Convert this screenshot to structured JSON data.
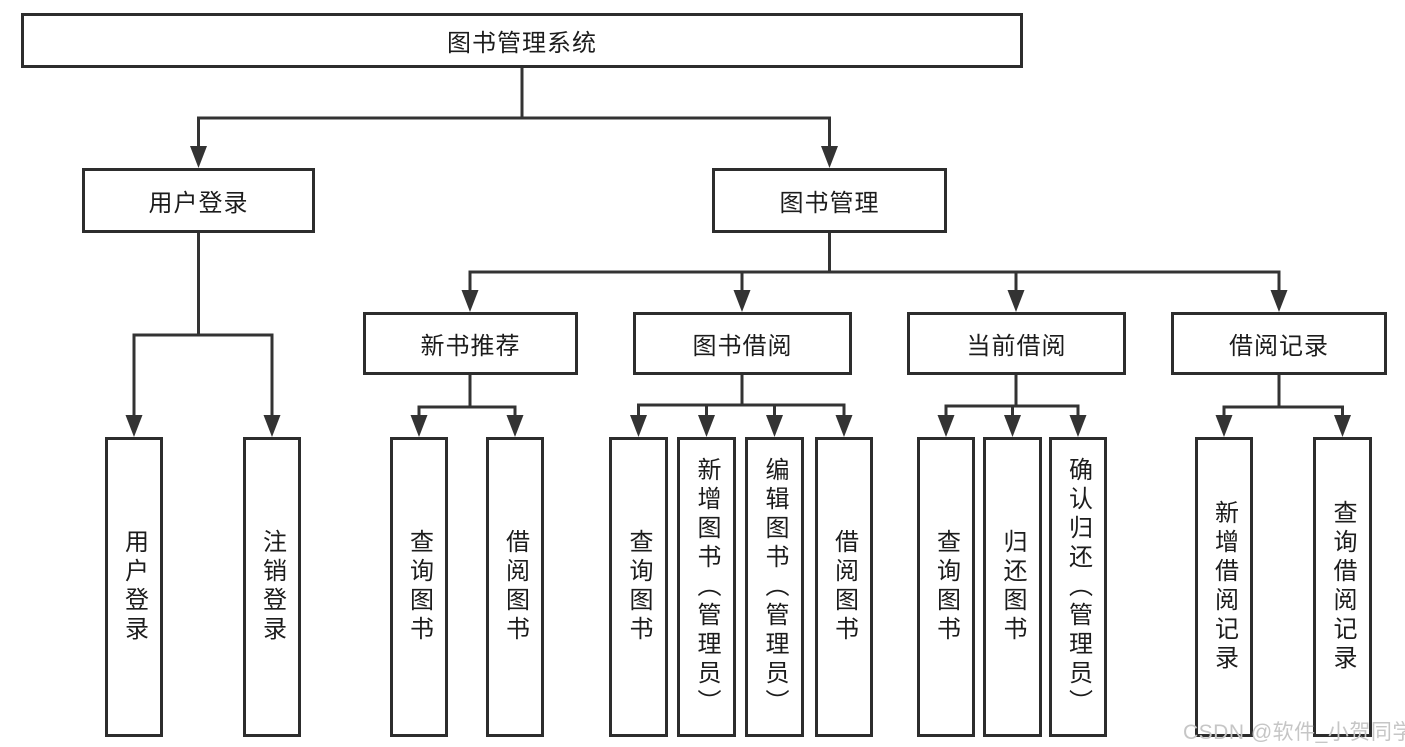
{
  "tree": {
    "label": "图书管理系统",
    "children": [
      {
        "label": "用户登录",
        "children": [
          {
            "label": "用户登录"
          },
          {
            "label": "注销登录"
          }
        ]
      },
      {
        "label": "图书管理",
        "children": [
          {
            "label": "新书推荐",
            "children": [
              {
                "label": "查询图书"
              },
              {
                "label": "借阅图书"
              }
            ]
          },
          {
            "label": "图书借阅",
            "children": [
              {
                "label": "查询图书"
              },
              {
                "label": "新增图书（管理员）"
              },
              {
                "label": "编辑图书（管理员）"
              },
              {
                "label": "借阅图书"
              }
            ]
          },
          {
            "label": "当前借阅",
            "children": [
              {
                "label": "查询图书"
              },
              {
                "label": "归还图书"
              },
              {
                "label": "确认归还（管理员）"
              }
            ]
          },
          {
            "label": "借阅记录",
            "children": [
              {
                "label": "新增借阅记录"
              },
              {
                "label": "查询借阅记录"
              }
            ]
          }
        ]
      }
    ]
  },
  "watermark": {
    "text": "CSDN @软件_小贺同学"
  },
  "colors": {
    "line": "#333333",
    "box_border": "#2d2d2d",
    "text": "#1c1c1c",
    "watermark": "#c6c6c6",
    "background": "#ffffff"
  }
}
